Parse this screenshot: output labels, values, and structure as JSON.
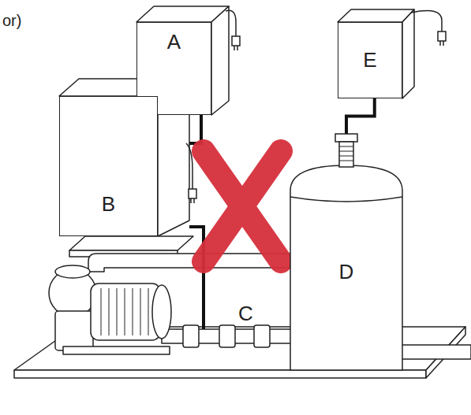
{
  "diagram": {
    "nodes": [
      {
        "text": [
          "A"
        ]
      },
      {
        "text": [
          "B"
        ]
      },
      {
        "text": [
          "E"
        ]
      },
      {
        "text": [
          "D"
        ]
      }
    ],
    "edges": [
      {
        "from": 2,
        "to": 3,
        "arrow": "none"
      }
    ],
    "labels": [
      "or)",
      "C"
    ]
  }
}
